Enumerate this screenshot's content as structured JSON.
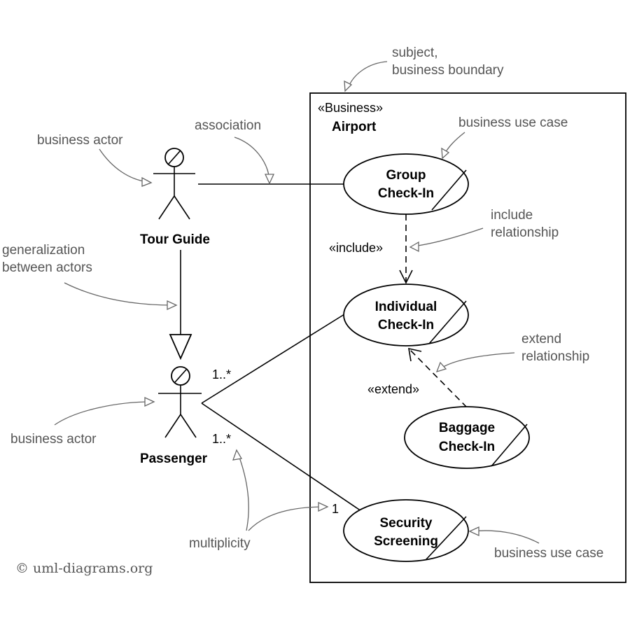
{
  "boundary": {
    "stereotype": "«Business»",
    "name": "Airport"
  },
  "actors": {
    "tour_guide": "Tour Guide",
    "passenger": "Passenger"
  },
  "use_cases": {
    "group_checkin": [
      "Group",
      "Check-In"
    ],
    "individual_checkin": [
      "Individual",
      "Check-In"
    ],
    "baggage_checkin": [
      "Baggage",
      "Check-In"
    ],
    "security_screening": [
      "Security",
      "Screening"
    ]
  },
  "relationships": {
    "include": "«include»",
    "extend": "«extend»"
  },
  "multiplicities": {
    "passenger_individual": "1..*",
    "passenger_security": "1..*",
    "security_end": "1"
  },
  "annotations": {
    "subject": [
      "subject,",
      "business boundary"
    ],
    "business_actor_top": "business actor",
    "association": "association",
    "business_use_case_top": "business use case",
    "include_relationship": [
      "include",
      "relationship"
    ],
    "generalization": [
      "generalization",
      "between actors"
    ],
    "extend_relationship": [
      "extend",
      "relationship"
    ],
    "business_actor_bottom": "business actor",
    "multiplicity": "multiplicity",
    "business_use_case_bottom": "business use case"
  },
  "copyright": "© uml-diagrams.org"
}
